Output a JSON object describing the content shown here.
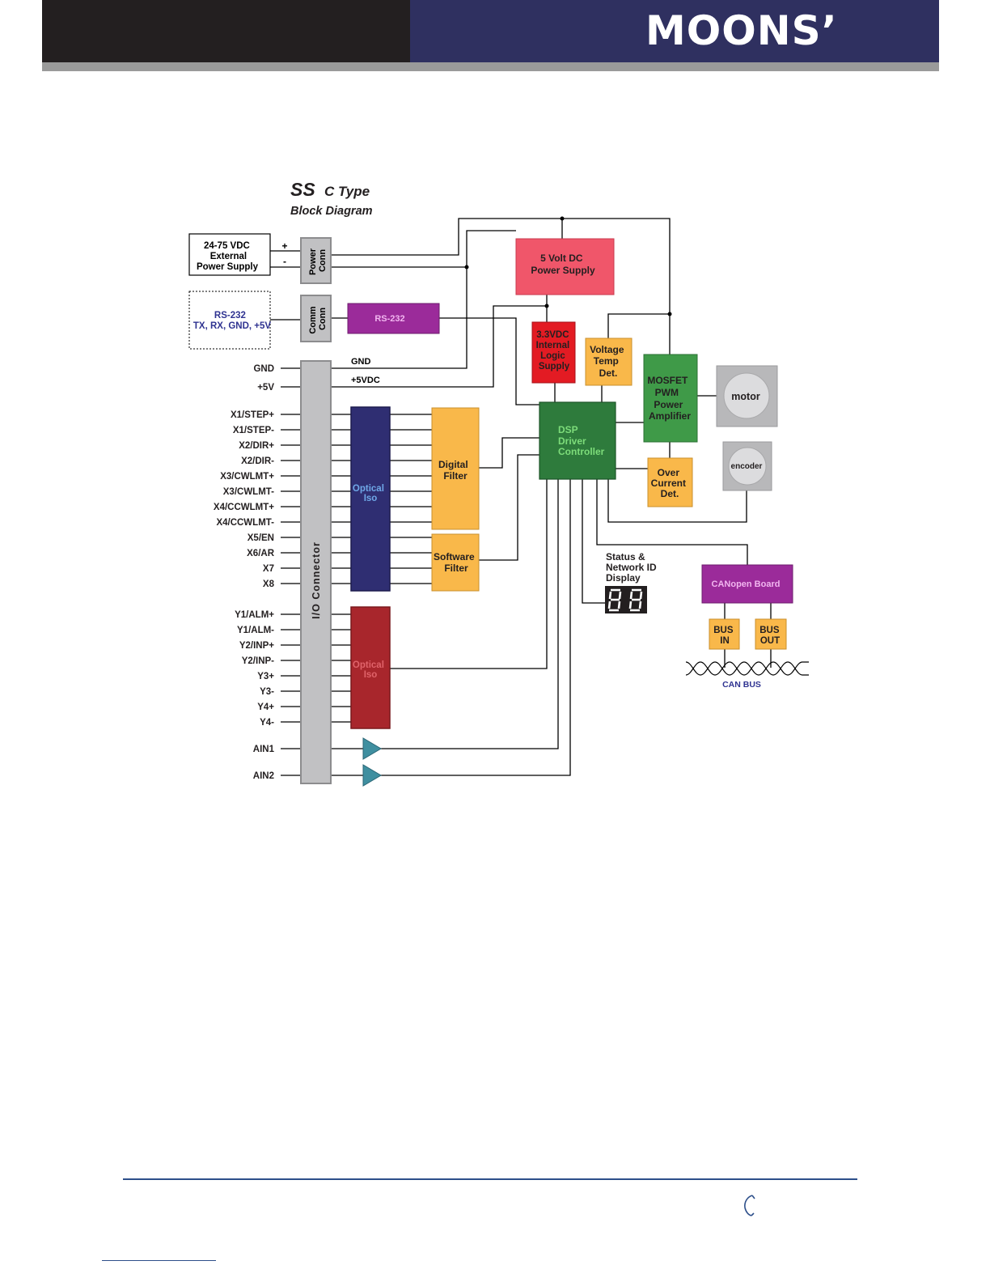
{
  "header": {
    "logo": "MOONS’"
  },
  "diagram": {
    "title_main": "SS",
    "title_type": "C Type",
    "subtitle": "Block Diagram",
    "ext_power": [
      "24-75 VDC",
      "External",
      "Power Supply"
    ],
    "plus": "+",
    "minus": "-",
    "power_conn": [
      "Power",
      "Conn"
    ],
    "rs232_ext": [
      "RS-232",
      "TX, RX, GND, +5V"
    ],
    "comm_conn": [
      "Comm",
      "Conn"
    ],
    "rs232_block": "RS-232",
    "five_volt": [
      "5 Volt DC",
      "Power Supply"
    ],
    "logic_supply": [
      "3.3VDC",
      "Internal",
      "Logic",
      "Supply"
    ],
    "voltage_temp": [
      "Voltage",
      "Temp",
      "Det."
    ],
    "mosfet": [
      "MOSFET",
      "PWM",
      "Power",
      "Amplifier"
    ],
    "motor": "motor",
    "encoder": "encoder",
    "dsp": [
      "DSP",
      "Driver",
      "Controller"
    ],
    "over_current": [
      "Over",
      "Current",
      "Det."
    ],
    "digital_filter": [
      "Digital",
      "Filter"
    ],
    "software_filter": [
      "Software",
      "Filter"
    ],
    "optical_iso_in": [
      "Optical",
      "Iso"
    ],
    "optical_iso_out": [
      "Optical",
      "Iso"
    ],
    "io_connector": "I/O Connector",
    "gnd_line": "GND",
    "vdc_line": "+5VDC",
    "status_display": [
      "Status &",
      "Network ID",
      "Display"
    ],
    "canopen": "CANopen Board",
    "bus_in": [
      "BUS",
      "IN"
    ],
    "bus_out": [
      "BUS",
      "OUT"
    ],
    "can_bus": "CAN BUS",
    "pins": [
      "GND",
      "+5V",
      "X1/STEP+",
      "X1/STEP-",
      "X2/DIR+",
      "X2/DIR-",
      "X3/CWLMT+",
      "X3/CWLMT-",
      "X4/CCWLMT+",
      "X4/CCWLMT-",
      "X5/EN",
      "X6/AR",
      "X7",
      "X8",
      "Y1/ALM+",
      "Y1/ALM-",
      "Y2/INP+",
      "Y2/INP-",
      "Y3+",
      "Y3-",
      "Y4+",
      "Y4-",
      "AIN1",
      "AIN2"
    ]
  },
  "colors": {
    "red": "#ee2a3c",
    "pink": "#f0566a",
    "orange": "#f9b84a",
    "green": "#3f9a48",
    "dark_green": "#2e7b3c",
    "purple": "#9b2b9a",
    "navy": "#2f2e72",
    "dark_red": "#a8262c",
    "teal": "#3f8fa0",
    "gray": "#c1c1c3"
  }
}
